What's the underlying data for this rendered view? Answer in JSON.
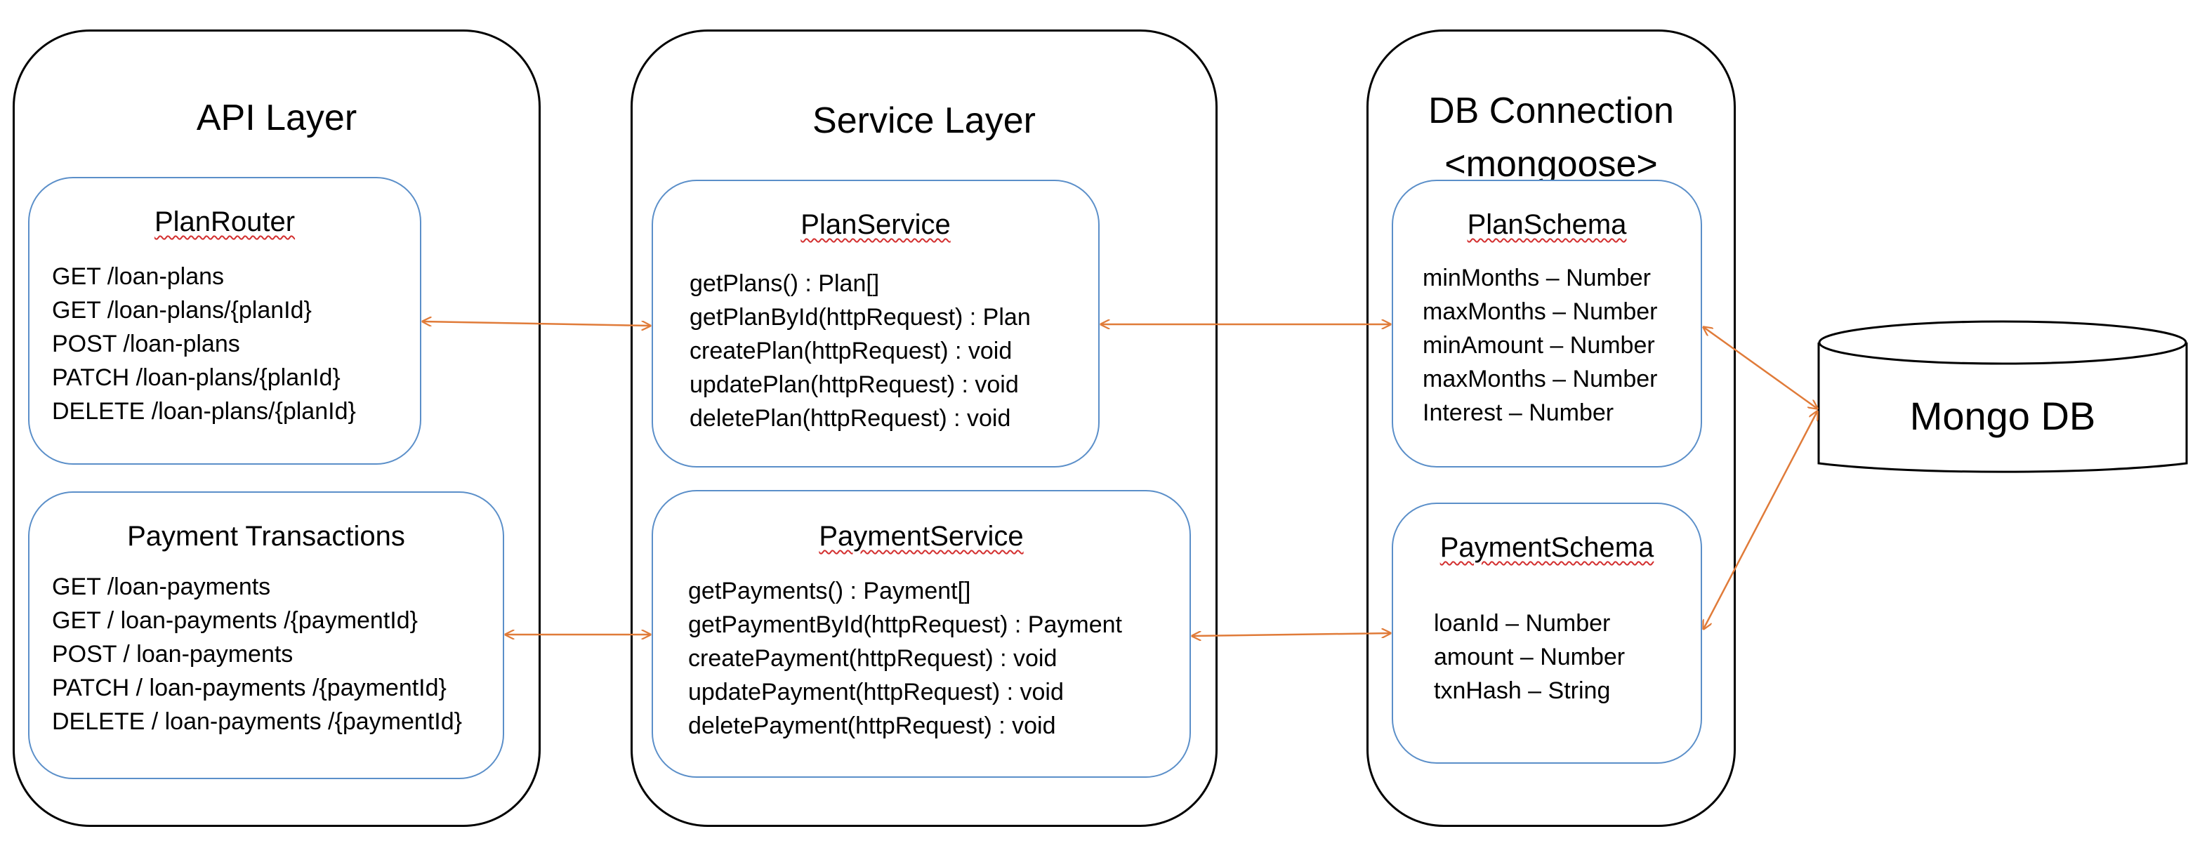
{
  "layers": {
    "api": {
      "title": "API Layer",
      "plan_router": {
        "title": "PlanRouter",
        "lines": [
          "GET /loan-plans",
          "GET /loan-plans/{planId}",
          "POST /loan-plans",
          "PATCH /loan-plans/{planId}",
          "DELETE /loan-plans/{planId}"
        ]
      },
      "payment_transactions": {
        "title": "Payment Transactions",
        "lines": [
          "GET /loan-payments",
          "GET / loan-payments /{paymentId}",
          "POST / loan-payments",
          "PATCH / loan-payments /{paymentId}",
          "DELETE / loan-payments /{paymentId}"
        ]
      }
    },
    "service": {
      "title": "Service Layer",
      "plan_service": {
        "title": "PlanService",
        "lines": [
          "getPlans() : Plan[]",
          "getPlanById(httpRequest) : Plan",
          "createPlan(httpRequest) : void",
          "updatePlan(httpRequest) : void",
          "deletePlan(httpRequest) : void"
        ]
      },
      "payment_service": {
        "title": "PaymentService",
        "lines": [
          "getPayments() : Payment[]",
          "getPaymentById(httpRequest) : Payment",
          "createPayment(httpRequest) : void",
          "updatePayment(httpRequest) : void",
          "deletePayment(httpRequest) : void"
        ]
      }
    },
    "db": {
      "title_line1": "DB Connection",
      "title_line2": "<mongoose>",
      "plan_schema": {
        "title": "PlanSchema",
        "lines": [
          "minMonths – Number",
          "maxMonths – Number",
          "minAmount – Number",
          "maxMonths – Number",
          "Interest – Number"
        ]
      },
      "payment_schema": {
        "title": "PaymentSchema",
        "lines": [
          "loanId – Number",
          "amount – Number",
          "txnHash – String"
        ]
      }
    }
  },
  "database": {
    "label": "Mongo DB"
  },
  "colors": {
    "arrow": "#e07b39",
    "box_border": "#5b8fc9",
    "layer_border": "#000000",
    "spellcheck": "#d32f2f"
  }
}
